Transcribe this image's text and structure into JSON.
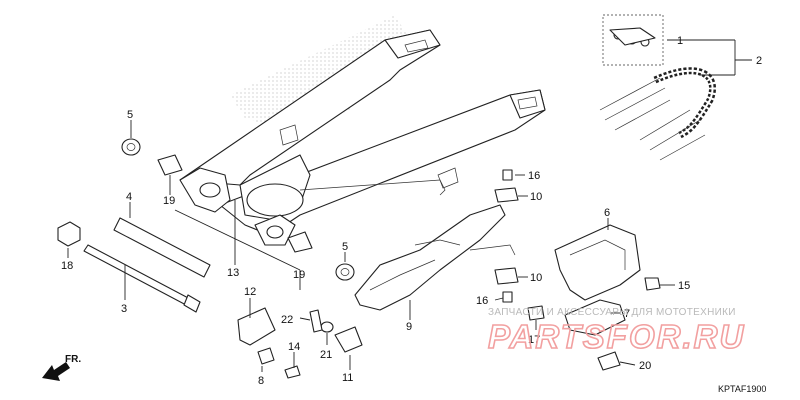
{
  "diagram": {
    "callouts": [
      "1",
      "2",
      "3",
      "4",
      "5",
      "5",
      "6",
      "7",
      "8",
      "9",
      "10",
      "10",
      "11",
      "12",
      "13",
      "14",
      "15",
      "16",
      "16",
      "17",
      "18",
      "19",
      "19",
      "20",
      "21",
      "22"
    ],
    "direction_label": "FR.",
    "drawing_code": "KPTAF1900"
  },
  "watermark": {
    "line1": "ЗАПЧАСТИ И АКСЕССУАРЫ ДЛЯ МОТОТЕХНИКИ",
    "line2": "PARTSFOR.RU"
  }
}
